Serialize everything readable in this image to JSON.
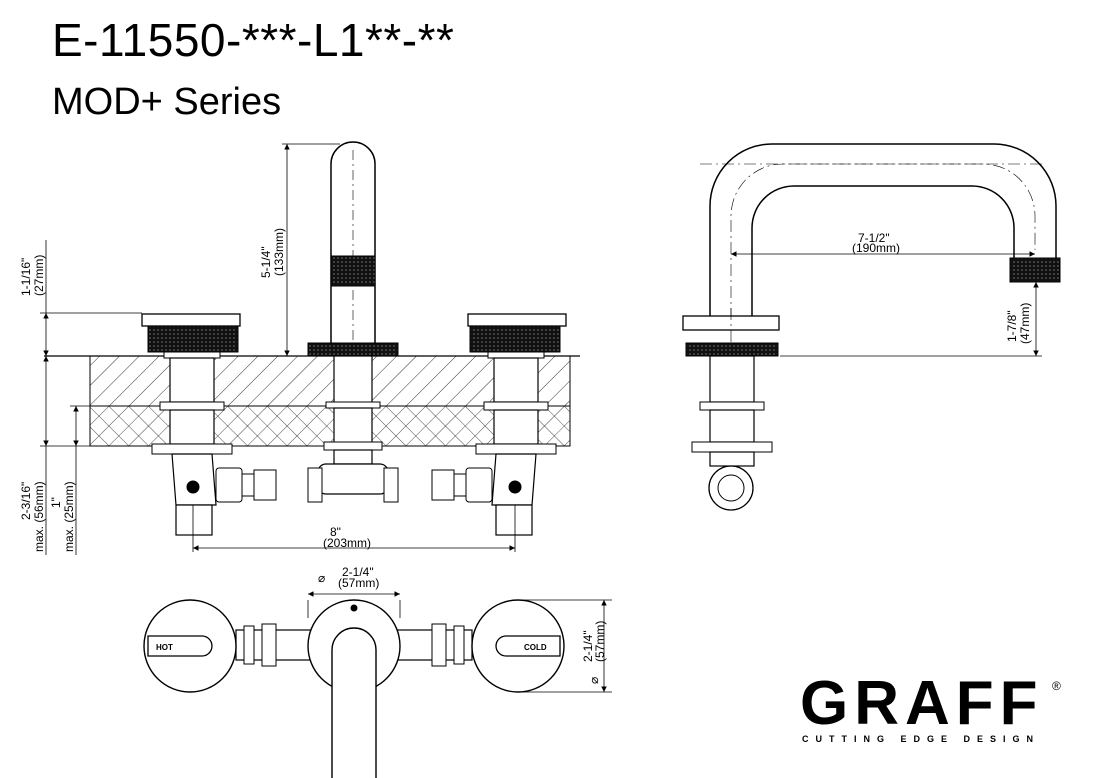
{
  "header": {
    "model": "E-11550-***-L1**-**",
    "series": "MOD+ Series"
  },
  "front_view": {
    "spout_height": {
      "imperial": "5-1/4\"",
      "metric": "(133mm)"
    },
    "handle_height": {
      "imperial": "1-1/16\"",
      "metric": "(27mm)"
    },
    "deck_max": {
      "imperial": "2-3/16\"",
      "metric": "max. (56mm)"
    },
    "deck_min": {
      "imperial": "1\"",
      "metric": "max. (25mm)"
    },
    "spread": {
      "imperial": "8\"",
      "metric": "(203mm)"
    }
  },
  "side_view": {
    "reach": {
      "imperial": "7-1/2\"",
      "metric": "(190mm)"
    },
    "clearance": {
      "imperial": "1-7/8\"",
      "metric": "(47mm)"
    }
  },
  "top_view": {
    "escutcheon_diameter": {
      "symbol": "⌀",
      "imperial": "2-1/4\"",
      "metric": "(57mm)"
    },
    "handle_diameter": {
      "symbol": "⌀",
      "imperial": "2-1/4\"",
      "metric": "(57mm)"
    },
    "hot_label": "HOT",
    "cold_label": "COLD"
  },
  "brand": {
    "name": "GRAFF",
    "registered": "®",
    "tagline": "CUTTING EDGE DESIGN"
  }
}
